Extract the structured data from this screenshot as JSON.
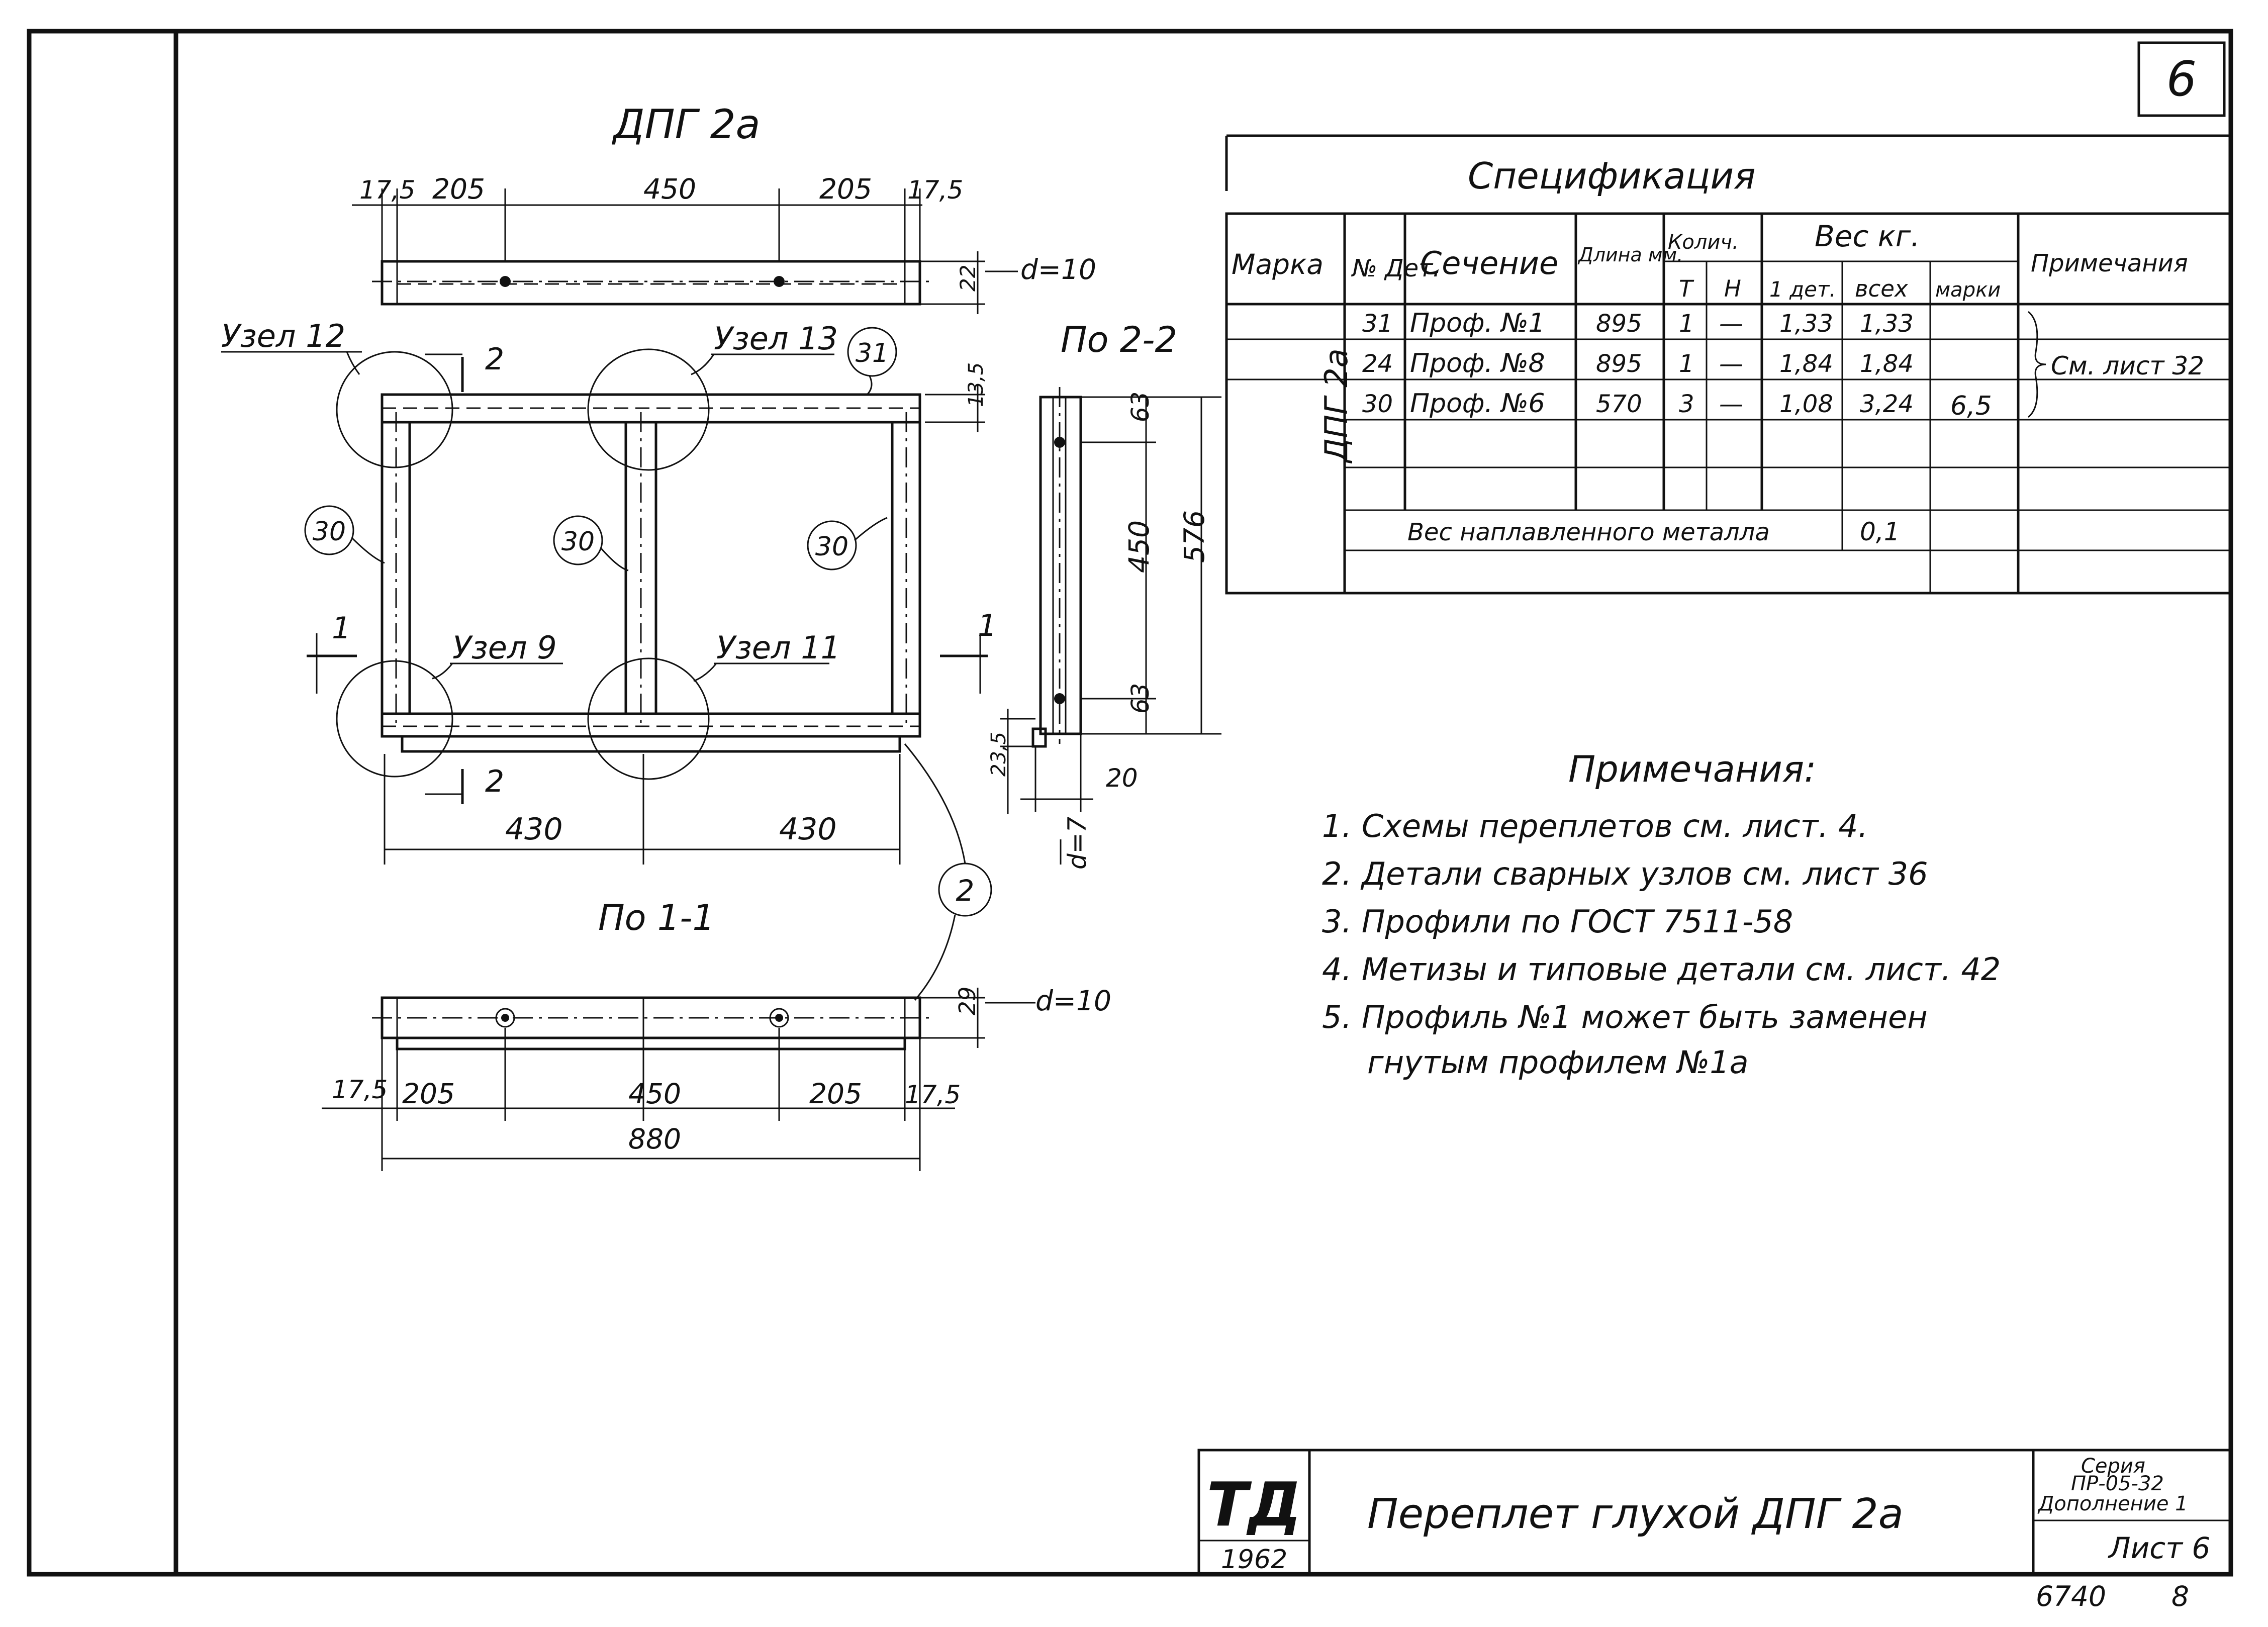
{
  "sheet_corner": "6",
  "top_view": {
    "title": "ДПГ 2а",
    "dims_top": [
      "17,5",
      "205",
      "450",
      "205",
      "17,5"
    ],
    "d_label": "d=10",
    "dim_22": "22",
    "callouts": [
      "Узел 12",
      "Узел 13",
      "Узел 9",
      "Узел 11"
    ],
    "cut_2": "2",
    "cut_1": "1",
    "part_31": "31",
    "part_30": "30",
    "part_2": "2",
    "dims_mid": [
      "430",
      "430"
    ],
    "dim_135": "13,5"
  },
  "section_2_2": {
    "title": "По 2-2",
    "dims": [
      "63",
      "450",
      "63",
      "576",
      "23,5",
      "20"
    ],
    "d_label": "d=7"
  },
  "section_1_1": {
    "title": "По 1-1",
    "dims_bottom": [
      "17,5",
      "205",
      "450",
      "205",
      "17,5"
    ],
    "total": "880",
    "dim_29": "29",
    "d_label": "d=10"
  },
  "spec": {
    "title": "Спецификация",
    "headers": {
      "marka": "Марка",
      "det": "№ Дет.",
      "section": "Сечение",
      "length": "Длина мм.",
      "qty": "Колич.",
      "t": "Т",
      "n": "Н",
      "weight": "Вес кг.",
      "w1": "1 дет.",
      "wall": "всех",
      "wmark": "марки",
      "notes": "Примечания"
    },
    "mark": "ДПГ 2а",
    "rows": [
      {
        "det": "31",
        "section": "Проф. №1",
        "length": "895",
        "t": "1",
        "n": "—",
        "w1": "1,33",
        "wall": "1,33"
      },
      {
        "det": "24",
        "section": "Проф. №8",
        "length": "895",
        "t": "1",
        "n": "—",
        "w1": "1,84",
        "wall": "1,84"
      },
      {
        "det": "30",
        "section": "Проф. №6",
        "length": "570",
        "t": "3",
        "n": "—",
        "w1": "1,08",
        "wall": "3,24"
      }
    ],
    "mark_weight": "6,5",
    "note": "См. лист 32",
    "weld_label": "Вес наплавленного металла",
    "weld_value": "0,1"
  },
  "notes": {
    "title": "Примечания:",
    "items": [
      "1. Схемы переплетов см. лист. 4.",
      "2. Детали сварных узлов см. лист 36",
      "3. Профили по ГОСТ 7511-58",
      "4. Метизы и типовые детали см. лист. 42",
      "5. Профиль №1 может быть заменен",
      "гнутым профилем №1а"
    ]
  },
  "title_block": {
    "logo": "ТД",
    "year": "1962",
    "title": "Переплет глухой ДПГ 2а",
    "series_1": "Серия",
    "series_2": "ПР-05-32",
    "series_3": "Дополнение 1",
    "sheet": "Лист 6",
    "under_1": "6740",
    "under_2": "8"
  }
}
